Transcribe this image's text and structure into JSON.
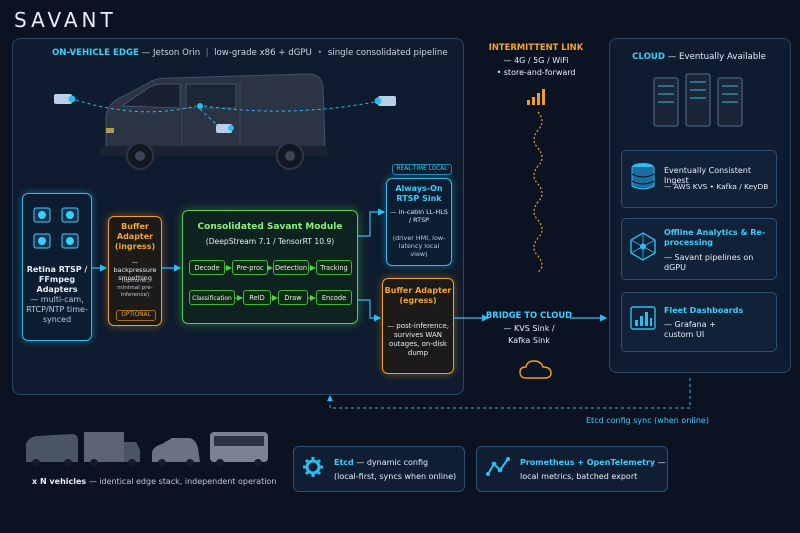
{
  "brand": "SAVANT",
  "edge": {
    "title": "ON-VEHICLE EDGE",
    "sub1": "— Jetson Orin",
    "sub2": "low-grade x86 + dGPU",
    "sub3": "single consolidated pipeline"
  },
  "retina": {
    "title": "Retina RTSP / FFmpeg Adapters",
    "body": "— multi-cam, RTCP/NTP time-synced"
  },
  "buffer_in": {
    "title": "Buffer Adapter (ingress)",
    "body": "— backpressure smoothing",
    "note": "(optional, minimal pre-inference)",
    "tag": "OPTIONAL"
  },
  "module": {
    "title": "Consolidated Savant Module",
    "subtitle": "(DeepStream 7.1 / TensorRT 10.9)",
    "row1": [
      "Decode",
      "Pre-proc",
      "Detection",
      "Tracking"
    ],
    "row2": [
      "Classification",
      "ReID",
      "Draw",
      "Encode"
    ]
  },
  "rtsp": {
    "tag": "REAL-TIME LOCAL",
    "title": "Always-On RTSP Sink",
    "body1": "— in-cabin LL-HLS / RTSP",
    "body2": "(driver HMI, low-latency local view)"
  },
  "buffer_out": {
    "title": "Buffer Adapter (egress)",
    "body": "— post-inference, survives WAN outages, on-disk dump"
  },
  "link": {
    "title": "INTERMITTENT LINK",
    "line1": "— 4G / 5G / WiFi",
    "line2": "• store-and-forward"
  },
  "bridge": {
    "title": "BRIDGE TO CLOUD",
    "line1": "— KVS Sink /",
    "line2": "Kafka Sink"
  },
  "cloud": {
    "title": "CLOUD",
    "sub": "— Eventually Available",
    "cards": [
      {
        "title": "Eventually Consistent Ingest",
        "body": "— AWS KVS • Kafka / KeyDB"
      },
      {
        "title": "Offline Analytics & Re-processing",
        "body": "— Savant pipelines on dGPU"
      },
      {
        "title": "Fleet Dashboards",
        "body": "— Grafana + custom UI"
      }
    ]
  },
  "etcd_sync": "Etcd config sync (when online)",
  "fleet": {
    "lead": "x N vehicles",
    "rest": "— identical edge stack, independent operation"
  },
  "etcd_card": {
    "title": "Etcd",
    "rest": "— dynamic config",
    "body": "(local-first, syncs when online)"
  },
  "prom_card": {
    "title": "Prometheus + OpenTelemetry",
    "rest": "—",
    "body": "local metrics, batched export"
  },
  "colors": {
    "cyan": "#2bbdf0",
    "orange": "#f0a020",
    "green": "#52d04a",
    "background": "#0b1322"
  },
  "icons": [
    "camera-icon",
    "van-icon",
    "server-icon",
    "database-icon",
    "cube-icon",
    "dashboard-icon",
    "gear-icon",
    "metrics-icon",
    "signal-icon",
    "cloud-icon"
  ]
}
